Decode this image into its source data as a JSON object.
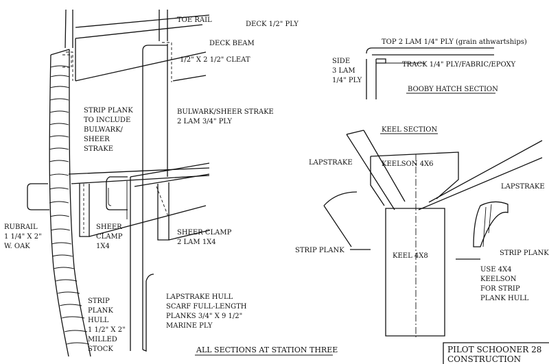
{
  "labels": {
    "toe_rail": "TOE RAIL",
    "deck_ply": "DECK 1/2\" PLY",
    "deck_beam": "DECK BEAM",
    "cleat": "1/2\" X 2 1/2\" CLEAT",
    "strip_plank_include": [
      "STRIP PLANK",
      "TO INCLUDE",
      "BULWARK/",
      "SHEER",
      "STRAKE"
    ],
    "bulwark_sheer_strake": [
      "BULWARK/SHEER STRAKE",
      "2 LAM 3/4\" PLY"
    ],
    "rubrail": [
      "RUBRAIL",
      "1 1/4\" X 2\"",
      "W. OAK"
    ],
    "sheer_clamp_left": [
      "SHEER",
      "CLAMP",
      "1X4"
    ],
    "sheer_clamp_right": [
      "SHEER CLAMP",
      "2 LAM 1X4"
    ],
    "strip_plank_hull": [
      "STRIP",
      "PLANK",
      "HULL",
      "1 1/2\" X 2\"",
      "MILLED",
      "STOCK"
    ],
    "lapstrake_hull": [
      "LAPSTRAKE HULL",
      "SCARF FULL-LENGTH",
      "PLANKS 3/4\" X 9 1/2\"",
      "MARINE PLY"
    ],
    "all_sections": "ALL SECTIONS AT STATION THREE",
    "booby_top": "TOP  2 LAM 1/4\" PLY (grain athwartships)",
    "booby_side": [
      "SIDE",
      "3 LAM",
      "1/4\" PLY"
    ],
    "booby_track": "TRACK  1/4\" PLY/FABRIC/EPOXY",
    "booby_title": "BOOBY HATCH SECTION",
    "keel_title": "KEEL SECTION",
    "keel_lapstrake_left": "LAPSTRAKE",
    "keelson": "KEELSON  4X6",
    "keel_lapstrake_right": "LAPSTRAKE",
    "keel_strip_plank_left": "STRIP PLANK",
    "keel": "KEEL  4X8",
    "keel_strip_plank_right": "STRIP PLANK",
    "keel_note": [
      "USE 4X4",
      "KEELSON",
      "FOR STRIP",
      "PLANK HULL"
    ],
    "title_block": [
      "PILOT SCHOONER 28",
      "CONSTRUCTION"
    ]
  }
}
